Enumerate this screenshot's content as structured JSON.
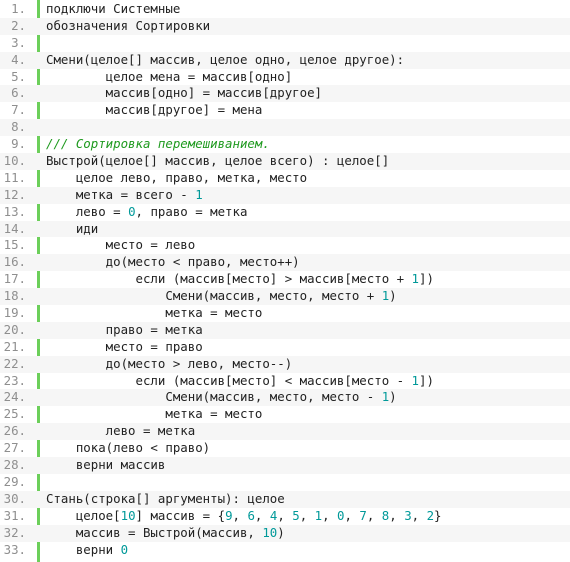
{
  "colors": {
    "gutter_bar": "#6ccf5a",
    "line_number": "#8f8f8f",
    "text": "#222222",
    "number": "#009999",
    "comment": "#1f9a1f",
    "alt_row": "#f6f6f6"
  },
  "lines": [
    {
      "n": "1.",
      "tokens": [
        {
          "t": "подключи Системные",
          "k": "plain"
        }
      ]
    },
    {
      "n": "2.",
      "tokens": [
        {
          "t": "обозначения Сортировки",
          "k": "plain"
        }
      ]
    },
    {
      "n": "3.",
      "tokens": []
    },
    {
      "n": "4.",
      "tokens": [
        {
          "t": "Смени(целое[] массив, целое одно, целое другое):",
          "k": "plain"
        }
      ]
    },
    {
      "n": "5.",
      "tokens": [
        {
          "t": "        целое мена = массив[одно]",
          "k": "plain"
        }
      ]
    },
    {
      "n": "6.",
      "tokens": [
        {
          "t": "        массив[одно] = массив[другое]",
          "k": "plain"
        }
      ]
    },
    {
      "n": "7.",
      "tokens": [
        {
          "t": "        массив[другое] = мена",
          "k": "plain"
        }
      ]
    },
    {
      "n": "8.",
      "tokens": []
    },
    {
      "n": "9.",
      "tokens": [
        {
          "t": "/// Сортировка перемешиванием.",
          "k": "comment"
        }
      ]
    },
    {
      "n": "10.",
      "tokens": [
        {
          "t": "Выстрой(целое[] массив, целое всего) : целое[]",
          "k": "plain"
        }
      ]
    },
    {
      "n": "11.",
      "tokens": [
        {
          "t": "    целое лево, право, метка, место",
          "k": "plain"
        }
      ]
    },
    {
      "n": "12.",
      "tokens": [
        {
          "t": "    метка = всего - ",
          "k": "plain"
        },
        {
          "t": "1",
          "k": "num"
        }
      ]
    },
    {
      "n": "13.",
      "tokens": [
        {
          "t": "    лево = ",
          "k": "plain"
        },
        {
          "t": "0",
          "k": "num"
        },
        {
          "t": ", право = метка",
          "k": "plain"
        }
      ]
    },
    {
      "n": "14.",
      "tokens": [
        {
          "t": "    иди",
          "k": "plain"
        }
      ]
    },
    {
      "n": "15.",
      "tokens": [
        {
          "t": "        место = лево",
          "k": "plain"
        }
      ]
    },
    {
      "n": "16.",
      "tokens": [
        {
          "t": "        до(место < право, место++)",
          "k": "plain"
        }
      ]
    },
    {
      "n": "17.",
      "tokens": [
        {
          "t": "            если (массив[место] > массив[место + ",
          "k": "plain"
        },
        {
          "t": "1",
          "k": "num"
        },
        {
          "t": "])",
          "k": "plain"
        }
      ]
    },
    {
      "n": "18.",
      "tokens": [
        {
          "t": "                Смени(массив, место, место + ",
          "k": "plain"
        },
        {
          "t": "1",
          "k": "num"
        },
        {
          "t": ")",
          "k": "plain"
        }
      ]
    },
    {
      "n": "19.",
      "tokens": [
        {
          "t": "                метка = место",
          "k": "plain"
        }
      ]
    },
    {
      "n": "20.",
      "tokens": [
        {
          "t": "        право = метка",
          "k": "plain"
        }
      ]
    },
    {
      "n": "21.",
      "tokens": [
        {
          "t": "        место = право",
          "k": "plain"
        }
      ]
    },
    {
      "n": "22.",
      "tokens": [
        {
          "t": "        до(место > лево, место--)",
          "k": "plain"
        }
      ]
    },
    {
      "n": "23.",
      "tokens": [
        {
          "t": "            если (массив[место] < массив[место - ",
          "k": "plain"
        },
        {
          "t": "1",
          "k": "num"
        },
        {
          "t": "])",
          "k": "plain"
        }
      ]
    },
    {
      "n": "24.",
      "tokens": [
        {
          "t": "                Смени(массив, место, место - ",
          "k": "plain"
        },
        {
          "t": "1",
          "k": "num"
        },
        {
          "t": ")",
          "k": "plain"
        }
      ]
    },
    {
      "n": "25.",
      "tokens": [
        {
          "t": "                метка = место",
          "k": "plain"
        }
      ]
    },
    {
      "n": "26.",
      "tokens": [
        {
          "t": "        лево = метка",
          "k": "plain"
        }
      ]
    },
    {
      "n": "27.",
      "tokens": [
        {
          "t": "    пока(лево < право)",
          "k": "plain"
        }
      ]
    },
    {
      "n": "28.",
      "tokens": [
        {
          "t": "    верни массив",
          "k": "plain"
        }
      ]
    },
    {
      "n": "29.",
      "tokens": []
    },
    {
      "n": "30.",
      "tokens": [
        {
          "t": "Стань(строка[] аргументы): целое",
          "k": "plain"
        }
      ]
    },
    {
      "n": "31.",
      "tokens": [
        {
          "t": "    целое[",
          "k": "plain"
        },
        {
          "t": "10",
          "k": "num"
        },
        {
          "t": "] массив = {",
          "k": "plain"
        },
        {
          "t": "9",
          "k": "num"
        },
        {
          "t": ", ",
          "k": "plain"
        },
        {
          "t": "6",
          "k": "num"
        },
        {
          "t": ", ",
          "k": "plain"
        },
        {
          "t": "4",
          "k": "num"
        },
        {
          "t": ", ",
          "k": "plain"
        },
        {
          "t": "5",
          "k": "num"
        },
        {
          "t": ", ",
          "k": "plain"
        },
        {
          "t": "1",
          "k": "num"
        },
        {
          "t": ", ",
          "k": "plain"
        },
        {
          "t": "0",
          "k": "num"
        },
        {
          "t": ", ",
          "k": "plain"
        },
        {
          "t": "7",
          "k": "num"
        },
        {
          "t": ", ",
          "k": "plain"
        },
        {
          "t": "8",
          "k": "num"
        },
        {
          "t": ", ",
          "k": "plain"
        },
        {
          "t": "3",
          "k": "num"
        },
        {
          "t": ", ",
          "k": "plain"
        },
        {
          "t": "2",
          "k": "num"
        },
        {
          "t": "}",
          "k": "plain"
        }
      ]
    },
    {
      "n": "32.",
      "tokens": [
        {
          "t": "    массив = Выстрой(массив, ",
          "k": "plain"
        },
        {
          "t": "10",
          "k": "num"
        },
        {
          "t": ")",
          "k": "plain"
        }
      ]
    },
    {
      "n": "33.",
      "tokens": [
        {
          "t": "    верни ",
          "k": "plain"
        },
        {
          "t": "0",
          "k": "num"
        }
      ]
    }
  ]
}
